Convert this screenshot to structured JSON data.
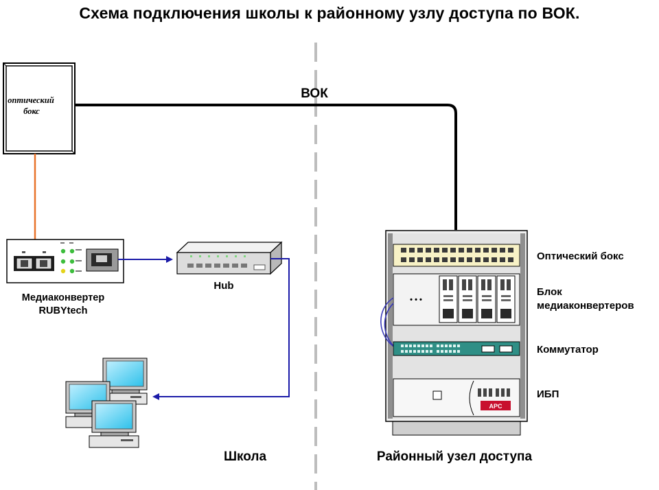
{
  "title": "Схема подключения школы к районному узлу доступа по ВОК.",
  "cable_label": "ВОК",
  "optical_box_left": {
    "line1": "оптический",
    "line2": "бокс"
  },
  "media_converter": {
    "line1": "Медиаконвертер",
    "line2": "RUBYtech"
  },
  "hub_label": "Hub",
  "rack": {
    "optical_box": "Оптический бокс",
    "converter_block": {
      "line1": "Блок",
      "line2": "медиаконвертеров"
    },
    "switch": "Коммутатор",
    "ups": "ИБП",
    "ups_brand": "APC",
    "dots": "• • •"
  },
  "zones": {
    "school": "Школа",
    "district_node": "Районный узел доступа"
  },
  "colors": {
    "fiber": "#000000",
    "patch": "#e8732a",
    "utp": "#1a1aa8",
    "divider": "#bdbdbd"
  }
}
